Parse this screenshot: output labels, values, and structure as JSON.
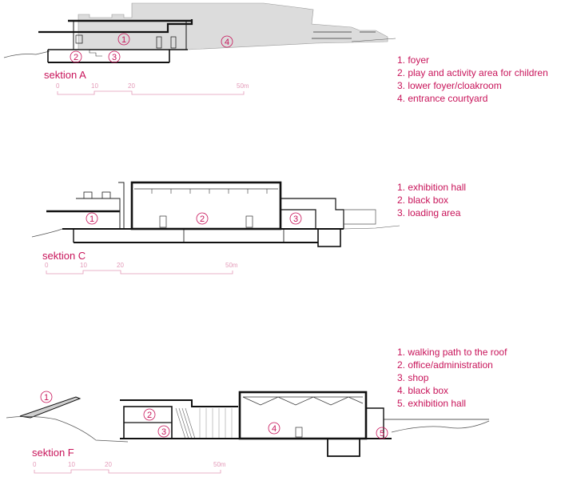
{
  "colors": {
    "accent": "#c8145a",
    "line": "#1a1a1a",
    "shade": "#d8d8d8",
    "scale": "#e39ab8"
  },
  "sections": [
    {
      "title": "sektion A",
      "legend": [
        "1. foyer",
        "2. play and activity area for children",
        "3. lower foyer/cloakroom",
        "4. entrance courtyard"
      ],
      "markers": [
        "1",
        "2",
        "3",
        "4"
      ],
      "scale": [
        "0",
        "10",
        "20",
        "50m"
      ]
    },
    {
      "title": "sektion C",
      "legend": [
        "1. exhibition hall",
        "2. black box",
        "3. loading area"
      ],
      "markers": [
        "1",
        "2",
        "3"
      ],
      "scale": [
        "0",
        "10",
        "20",
        "50m"
      ]
    },
    {
      "title": "sektion F",
      "legend": [
        "1. walking path to the roof",
        "2. office/administration",
        "3. shop",
        "4. black box",
        "5. exhibition hall"
      ],
      "markers": [
        "1",
        "2",
        "3",
        "4",
        "5"
      ],
      "scale": [
        "0",
        "10",
        "20",
        "50m"
      ]
    }
  ]
}
